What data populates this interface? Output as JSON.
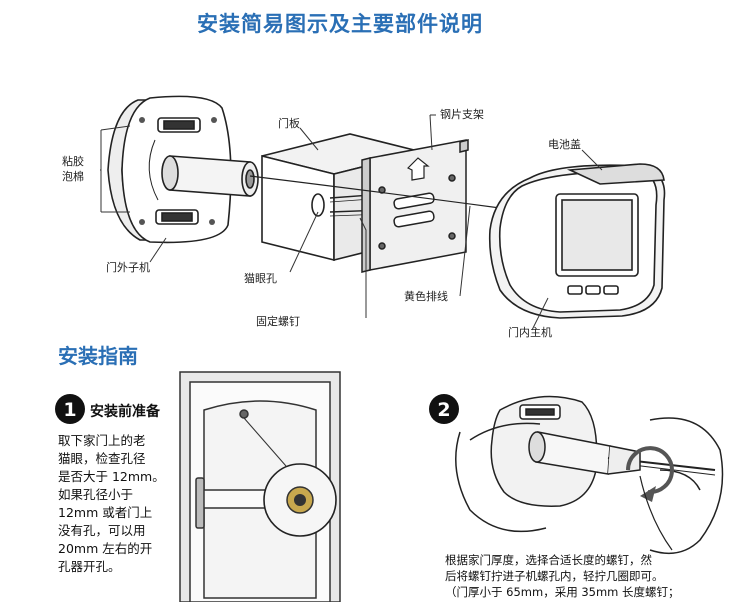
{
  "title": "安装简易图示及主要部件说明",
  "labels": {
    "adhesive_foam_line1": "粘胶",
    "adhesive_foam_line2": "泡棉",
    "outdoor_unit": "门外子机",
    "door_panel": "门板",
    "peephole": "猫眼孔",
    "fixing_screw": "固定螺钉",
    "steel_bracket": "钢片支架",
    "battery_cover": "电池盖",
    "yellow_cable": "黄色排线",
    "indoor_unit": "门内主机"
  },
  "guide_title": "安装指南",
  "step1": {
    "number": "1",
    "title": "安装前准备",
    "lines": [
      "取下家门上的老",
      "猫眼，检查孔径",
      "是否大于 12mm。",
      "如果孔径小于",
      "12mm 或者门上",
      "没有孔，可以用",
      "20mm 左右的开",
      "孔器开孔。"
    ]
  },
  "step2": {
    "number": "2",
    "lines": [
      "根据家门厚度，选择合适长度的螺钉，然",
      "后将螺钉拧进子机螺孔内，轻拧几圈即可。",
      "（门厚小于 65mm，采用 35mm 长度螺钉；"
    ]
  }
}
